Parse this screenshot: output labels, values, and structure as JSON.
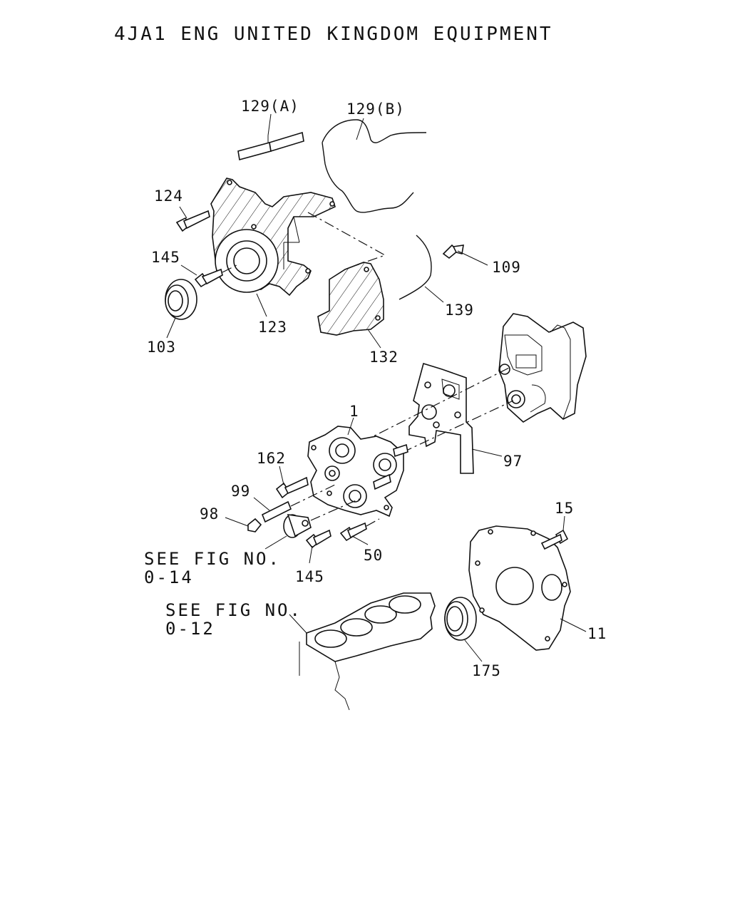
{
  "title": "4JA1 ENG UNITED KINGDOM EQUIPMENT",
  "references": [
    {
      "line1": "SEE FIG NO.",
      "line2": "0-14"
    },
    {
      "line1": "SEE FIG NO.",
      "line2": "0-12"
    }
  ],
  "callouts": [
    "129(A)",
    "129(B)",
    "124",
    "145",
    "103",
    "123",
    "109",
    "139",
    "132",
    "1",
    "97",
    "162",
    "99",
    "98",
    "50",
    "145",
    "15",
    "11",
    "175"
  ]
}
